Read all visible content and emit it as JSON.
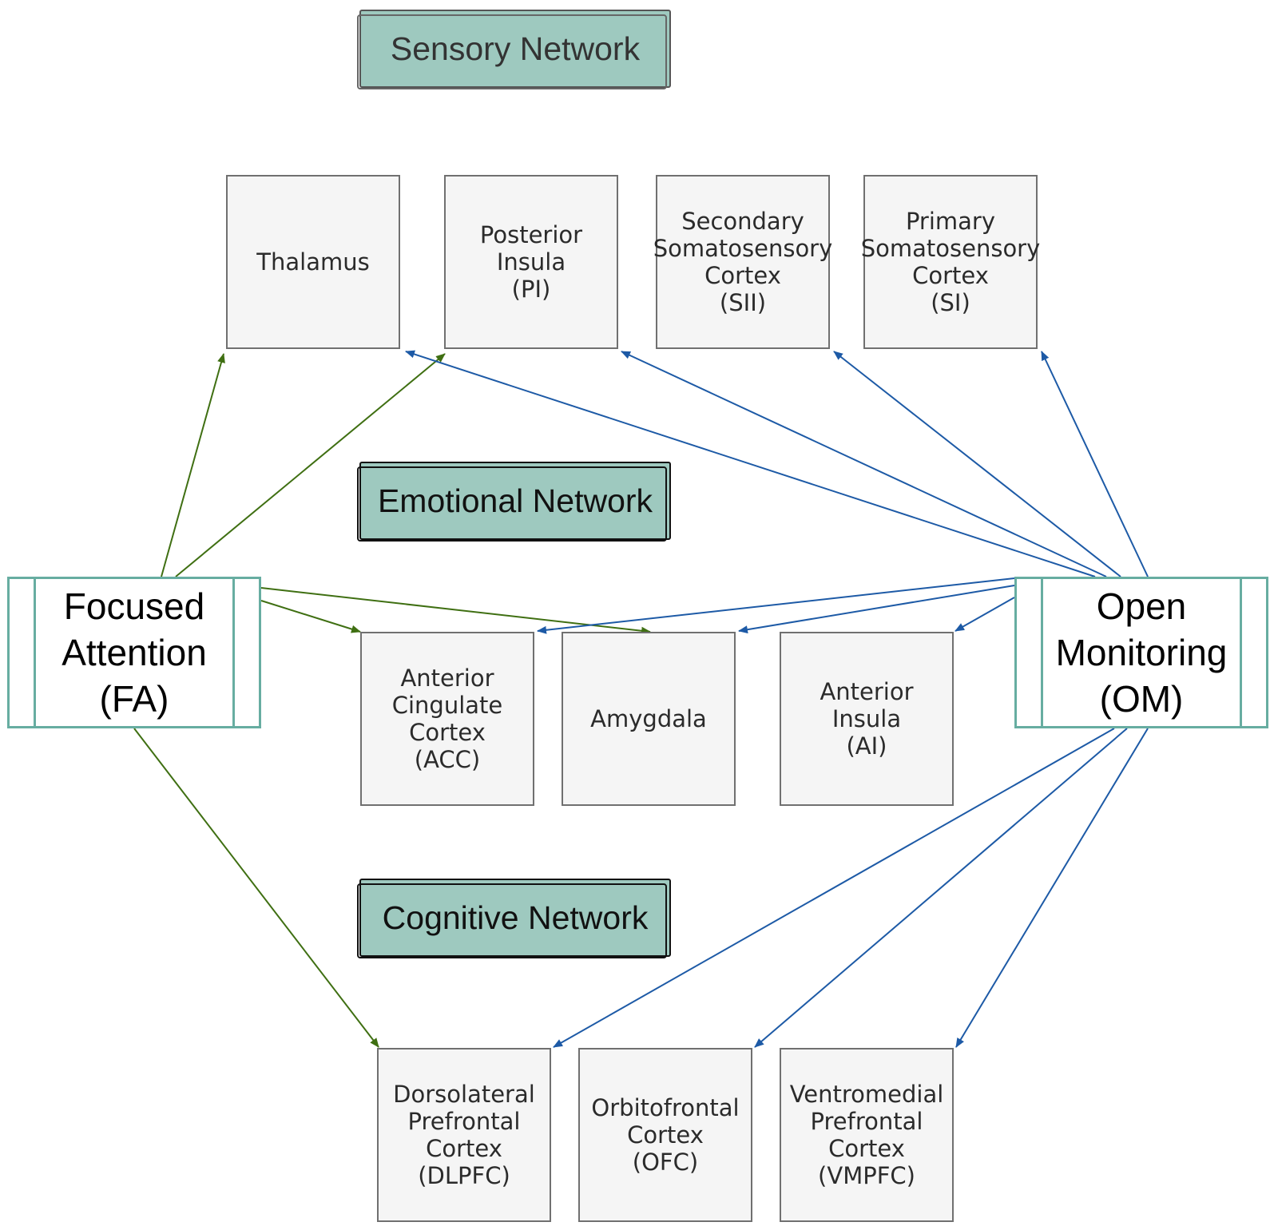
{
  "networks": {
    "sensory": "Sensory Network",
    "emotional": "Emotional Network",
    "cognitive": "Cognitive Network"
  },
  "practices": {
    "fa": "Focused\nAttention\n(FA)",
    "om": "Open\nMonitoring\n(OM)"
  },
  "regions": {
    "thalamus": "Thalamus",
    "pi": "Posterior\nInsula\n(PI)",
    "sii": "Secondary\nSomatosensory\nCortex\n(SII)",
    "si": "Primary\nSomatosensory\nCortex\n(SI)",
    "acc": "Anterior\nCingulate\nCortex\n(ACC)",
    "amygdala": "Amygdala",
    "ai": "Anterior\nInsula\n(AI)",
    "dlpfc": "Dorsolateral\nPrefrontal\nCortex\n(DLPFC)",
    "ofc": "Orbitofrontal\nCortex\n(OFC)",
    "vmpfc": "Ventromedial\nPrefrontal\nCortex\n(VMPFC)"
  },
  "connections": {
    "fa": [
      "thalamus",
      "pi",
      "acc",
      "amygdala",
      "dlpfc"
    ],
    "om": [
      "pi",
      "sii",
      "si",
      "acc",
      "amygdala",
      "ai",
      "dlpfc",
      "ofc",
      "vmpfc",
      "thalamus"
    ]
  },
  "colors": {
    "fa_arrow": "#3f6f12",
    "om_arrow": "#1d5aa6",
    "network_fill": "#9ec9bf",
    "practice_border": "#67ada1",
    "node_fill": "#f5f5f5"
  }
}
